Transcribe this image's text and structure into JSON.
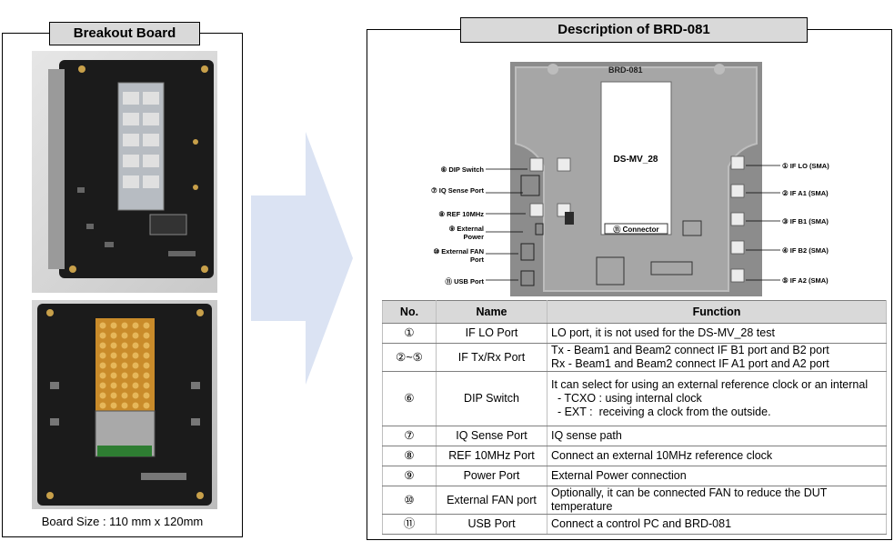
{
  "left": {
    "title": "Breakout Board",
    "board_size": "Board Size : 110 mm x 120mm"
  },
  "right": {
    "title": "Description of BRD-081"
  },
  "diagram": {
    "board_name": "BRD-081",
    "chip_label": "DS-MV_28",
    "connector_label": "⑪ Connector",
    "callouts_right": [
      "① IF LO (SMA)",
      "② IF A1 (SMA)",
      "③ IF B1 (SMA)",
      "④ IF B2 (SMA)",
      "⑤ IF A2 (SMA)"
    ],
    "callouts_left": [
      "⑥ DIP Switch",
      "⑦ IQ Sense Port",
      "⑧ REF 10MHz",
      "⑨ External Power",
      "⑩ External FAN Port",
      "⑪ USB Port"
    ]
  },
  "table": {
    "headers": [
      "No.",
      "Name",
      "Function"
    ],
    "rows": [
      {
        "no": "①",
        "name": "IF LO Port",
        "function": [
          "LO port, it is not used for the DS-MV_28 test"
        ]
      },
      {
        "no": "②~⑤",
        "name": "IF Tx/Rx Port",
        "function": [
          "Tx - Beam1 and Beam2 connect IF B1 port and B2 port",
          "Rx - Beam1 and Beam2 connect IF A1 port and A2 port"
        ]
      },
      {
        "no": "⑥",
        "name": "DIP Switch",
        "function": [
          "It can select for using an external reference clock or an internal",
          "  - TCXO : using internal clock",
          "  - EXT :  receiving a clock from the outside."
        ]
      },
      {
        "no": "⑦",
        "name": "IQ Sense Port",
        "function": [
          "IQ sense path"
        ]
      },
      {
        "no": "⑧",
        "name": "REF 10MHz Port",
        "function": [
          "Connect an external 10MHz reference clock"
        ]
      },
      {
        "no": "⑨",
        "name": "Power Port",
        "function": [
          "External Power connection"
        ]
      },
      {
        "no": "⑩",
        "name": "External FAN port",
        "function": [
          "Optionally, it can be connected FAN to reduce the DUT temperature"
        ]
      },
      {
        "no": "⑪",
        "name": "USB Port",
        "function": [
          "Connect a control PC and BRD-081"
        ]
      }
    ]
  }
}
